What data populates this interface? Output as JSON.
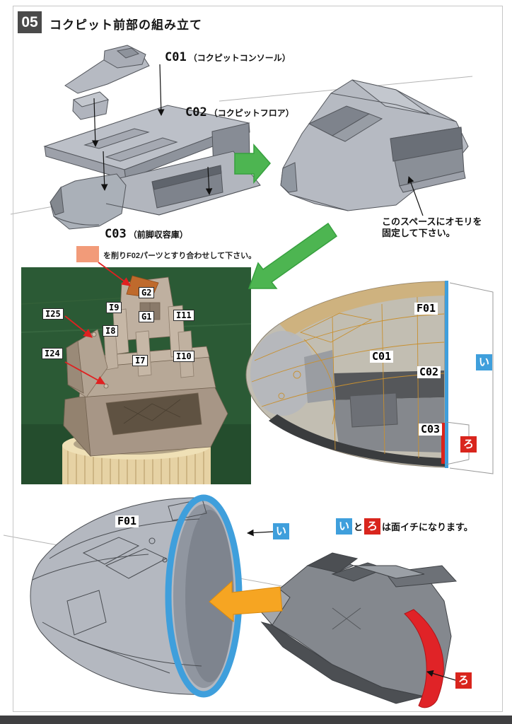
{
  "header": {
    "step_number": "05",
    "title": "コクピット前部の組み立て"
  },
  "exploded_view": {
    "c01_code": "C01",
    "c01_name": "（コクピットコンソール）",
    "c02_code": "C02",
    "c02_name": "（コクピットフロア）",
    "c03_code": "C03",
    "c03_name": "（前脚収容庫）"
  },
  "assembled_view": {
    "weight_note_line1": "このスペースにオモリを",
    "weight_note_line2": "固定して下さい。"
  },
  "sanding_note": {
    "text": "を削りF02パーツとすり合わせして下さい。"
  },
  "photo_labels": {
    "g2": "G2",
    "i9": "I9",
    "g1": "G1",
    "i11": "I11",
    "i25": "I25",
    "i8": "I8",
    "i24": "I24",
    "i7": "I7",
    "i10": "I10"
  },
  "cutaway_view": {
    "f01": "F01",
    "c01": "C01",
    "c02": "C02",
    "c03": "C03",
    "edge_front": "い",
    "edge_bottom": "ろ"
  },
  "bottom_view": {
    "f01": "F01",
    "edge_front": "い",
    "edge_bottom": "ろ"
  },
  "flush_note": {
    "i": "い",
    "to": "と",
    "ro": "ろ",
    "rest": "は面イチになります。"
  },
  "colors": {
    "accent_green": "#4db551",
    "accent_orange": "#f6a522",
    "edge_blue": "#3f9fdc",
    "edge_red": "#d9251d",
    "swatch_salmon": "#f29b79",
    "header_box": "#4a4a4a"
  }
}
